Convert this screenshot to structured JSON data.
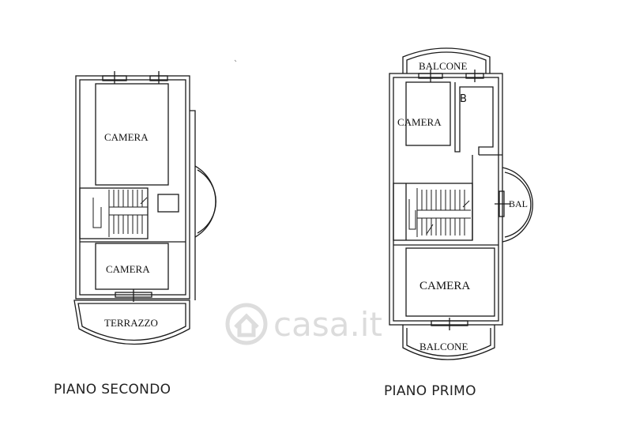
{
  "floors": {
    "second": {
      "title": "PIANO SECONDO",
      "rooms": {
        "camera_top": "CAMERA",
        "camera_bottom": "CAMERA",
        "terrazzo": "TERRAZZO"
      }
    },
    "first": {
      "title": "PIANO PRIMO",
      "rooms": {
        "balcone_top": "BALCONE",
        "b": "B",
        "camera_top": "CAMERA",
        "bal": "BAL",
        "camera_main": "CAMERA",
        "balcone_bottom": "BALCONE"
      }
    }
  },
  "watermark": {
    "text": "casa.it"
  },
  "colors": {
    "line": "#1a1a1a",
    "watermark": "#d9d9d9",
    "background": "#ffffff"
  }
}
